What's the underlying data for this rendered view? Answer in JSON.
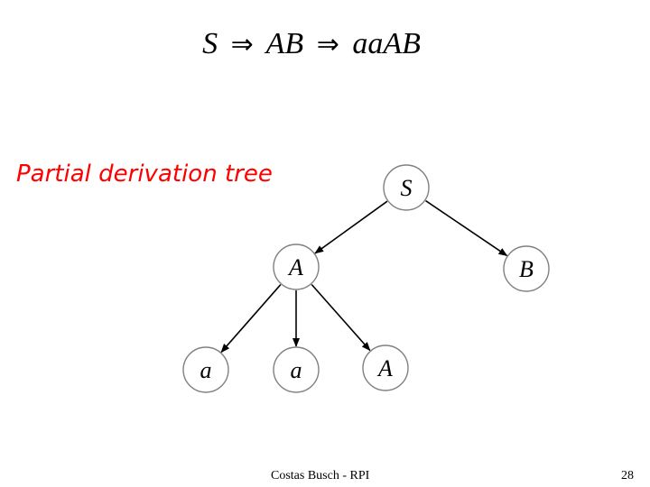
{
  "derivation": {
    "start": "S",
    "arrow1": "⇒",
    "step1": "AB",
    "arrow2": "⇒",
    "step2": "aaAB"
  },
  "subtitle": "Partial derivation tree",
  "tree": {
    "nodes": [
      {
        "id": "S",
        "label": "S"
      },
      {
        "id": "A",
        "label": "A"
      },
      {
        "id": "B",
        "label": "B"
      },
      {
        "id": "a1",
        "label": "a"
      },
      {
        "id": "a2",
        "label": "a"
      },
      {
        "id": "A2",
        "label": "A"
      }
    ],
    "edges": [
      {
        "from": "S",
        "to": "A"
      },
      {
        "from": "S",
        "to": "B"
      },
      {
        "from": "A",
        "to": "a1"
      },
      {
        "from": "A",
        "to": "a2"
      },
      {
        "from": "A",
        "to": "A2"
      }
    ]
  },
  "footer": {
    "author": "Costas Busch - RPI",
    "page": "28"
  },
  "colors": {
    "subtitle": "#ff0000",
    "node_fill": "#ffffff",
    "node_stroke": "#808080",
    "edge": "#000000"
  }
}
